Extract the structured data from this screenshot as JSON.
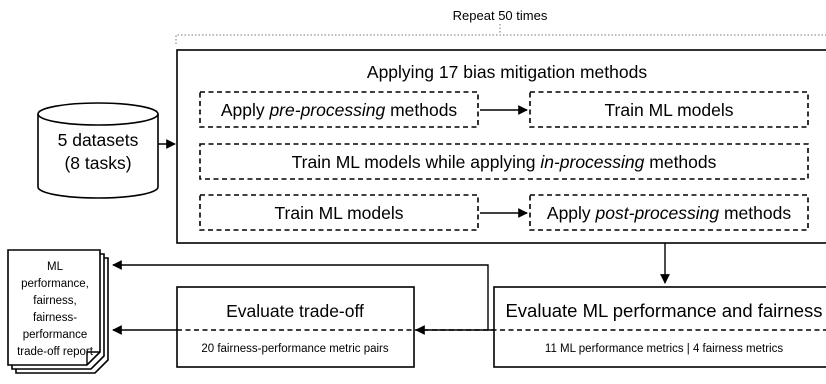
{
  "repeat_label": "Repeat 50 times",
  "datasets": {
    "line1": "5 datasets",
    "line2": "(8 tasks)"
  },
  "mitigation": {
    "title": "Applying 17 bias mitigation methods",
    "pre": {
      "prefix": "Apply ",
      "emph": "pre-processing",
      "suffix": " methods"
    },
    "train_top": "Train ML models",
    "in": {
      "prefix": "Train ML models while applying ",
      "emph": "in-processing",
      "suffix": " methods"
    },
    "train_bottom": "Train ML models",
    "post": {
      "prefix": "Apply ",
      "emph": "post-processing",
      "suffix": " methods"
    }
  },
  "evaluate_perf": {
    "title": "Evaluate ML performance and fairness",
    "metrics": "11 ML performance metrics | 4 fairness metrics"
  },
  "evaluate_tradeoff": {
    "title": "Evaluate trade-off",
    "metrics": "20 fairness-performance metric pairs"
  },
  "report": {
    "lines": [
      "ML",
      "performance,",
      "fairness,",
      "fairness-",
      "performance",
      "trade-off report"
    ]
  }
}
